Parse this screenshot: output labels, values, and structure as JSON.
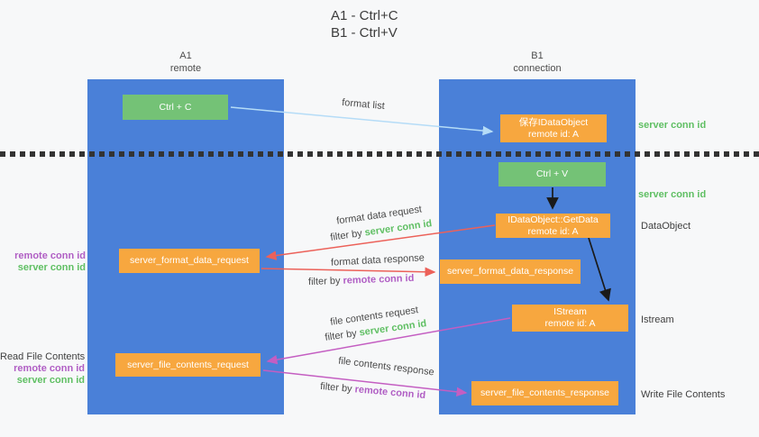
{
  "title": {
    "line1": "A1 - Ctrl+C",
    "line2": "B1 - Ctrl+V"
  },
  "lanes": {
    "left": {
      "name": "A1",
      "role": "remote"
    },
    "right": {
      "name": "B1",
      "role": "connection"
    }
  },
  "nodes": {
    "ctrl_c": {
      "label": "Ctrl + C"
    },
    "save_idataobject": {
      "line1": "保存IDataObject",
      "line2": "remote id: A"
    },
    "ctrl_v": {
      "label": "Ctrl + V"
    },
    "getdata": {
      "line1": "IDataObject::GetData",
      "line2": "remote id: A"
    },
    "format_request": {
      "label": "server_format_data_request"
    },
    "format_response": {
      "label": "server_format_data_response"
    },
    "istream": {
      "line1": "IStream",
      "line2": "remote id: A"
    },
    "file_request": {
      "label": "server_file_contents_request"
    },
    "file_response": {
      "label": "server_file_contents_response"
    }
  },
  "annotations": {
    "right": {
      "server_conn_id_1": "server conn id",
      "server_conn_id_2": "server conn id",
      "dataobject": "DataObject",
      "istream": "Istream",
      "write_file_contents": "Write File Contents"
    },
    "left": {
      "remote_conn_id_1": "remote conn id",
      "server_conn_id_1": "server conn id",
      "read_file_contents": "Read File Contents",
      "remote_conn_id_2": "remote conn id",
      "server_conn_id_2": "server conn id"
    }
  },
  "edges": {
    "format_list": {
      "label": "format list"
    },
    "format_data_request": {
      "label": "format data request",
      "filter_prefix": "filter by ",
      "filter_key": "server conn id"
    },
    "format_data_response": {
      "label": "format data response",
      "filter_prefix": "filter by ",
      "filter_key": "remote conn id"
    },
    "file_contents_request": {
      "label": "file contents request",
      "filter_prefix": "filter by ",
      "filter_key": "server conn id"
    },
    "file_contents_response": {
      "label": "file contents response",
      "filter_prefix": "filter by ",
      "filter_key": "remote conn id"
    }
  },
  "colors": {
    "bg": "#f7f8f9",
    "lane": "#4a80d8",
    "action": "#74c276",
    "message": "#f7a73f",
    "green_text": "#5fbf63",
    "purple_text": "#b05ec4",
    "arrow_blue": "#b5dcf7",
    "arrow_red": "#ec6159",
    "arrow_magenta": "#c45ec2",
    "arrow_black": "#1a1a1a"
  }
}
